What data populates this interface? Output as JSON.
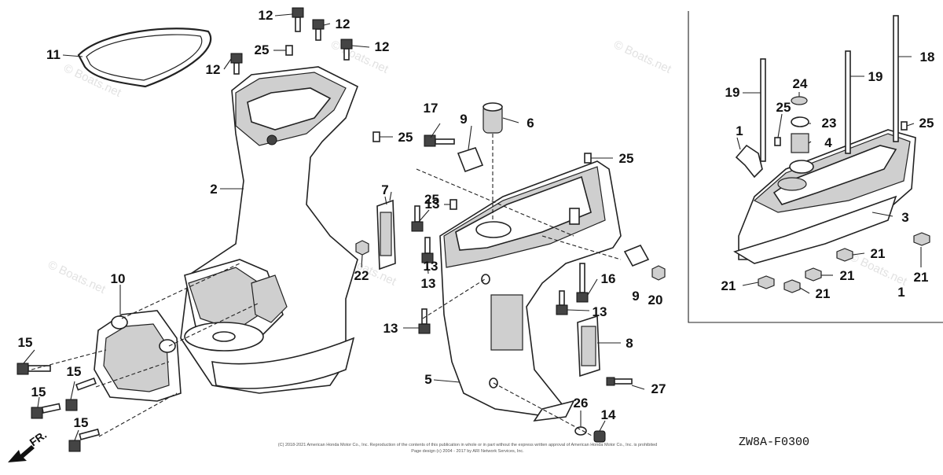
{
  "diagram": {
    "callouts": [
      "1",
      "2",
      "3",
      "4",
      "5",
      "6",
      "7",
      "8",
      "9",
      "9",
      "10",
      "11",
      "12",
      "12",
      "12",
      "12",
      "13",
      "13",
      "13",
      "13",
      "13",
      "14",
      "15",
      "15",
      "15",
      "15",
      "16",
      "17",
      "18",
      "19",
      "19",
      "20",
      "21",
      "21",
      "21",
      "21",
      "21",
      "22",
      "23",
      "24",
      "25",
      "25",
      "25",
      "25",
      "25",
      "25",
      "26",
      "27"
    ],
    "diagram_code": "ZW8A-F0300",
    "direction_label": "FR.",
    "watermark": "© Boats.net",
    "copyright_line1": "(C) 2018-2021 American Honda Motor Co., Inc. Reproduction of the contents of this publication in whole or in part without the express written approval of American Honda Motor Co., Inc. is prohibited",
    "copyright_line2": "Page design (c) 2004 - 2017 by ARI Network Services, Inc."
  }
}
